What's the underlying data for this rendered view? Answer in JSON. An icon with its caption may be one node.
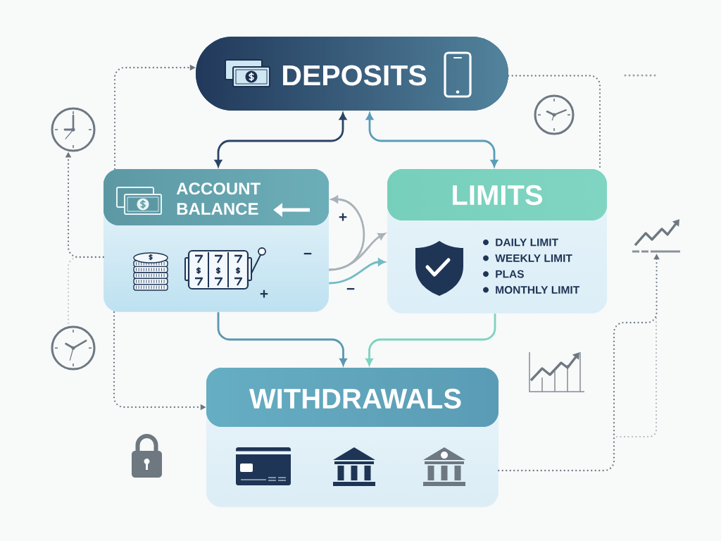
{
  "diagram": {
    "nodes": [
      {
        "text": [
          "DEPOSITS"
        ]
      },
      {
        "text": [
          "ACCOUNT BALANCE"
        ]
      },
      {
        "text": [
          "LIMITS",
          "DAILY LIMIT",
          "WEEKLY LIMIT",
          "PLAS",
          "MONTHLY LIMIT"
        ]
      },
      {
        "text": [
          "WITHDRAWALS"
        ]
      },
      {
        "text": [],
        "shape": "picture"
      },
      {
        "text": [],
        "shape": "picture"
      },
      {
        "text": [],
        "shape": "picture"
      }
    ],
    "edges": [
      {
        "from": 0,
        "to": 1,
        "arrow": "both",
        "color": "#2a4465"
      },
      {
        "from": 0,
        "to": 2,
        "arrow": "both",
        "color": "#5b9db8"
      },
      {
        "from": 1,
        "to": 3,
        "arrow": "to",
        "color": "#5a97b0"
      },
      {
        "from": 2,
        "to": 3,
        "arrow": "to",
        "color": "#7dd3bf"
      },
      {
        "from": 1,
        "to": 1,
        "arrow": "to",
        "color": "#a7b1b8"
      },
      {
        "from": 1,
        "to": 2,
        "arrow": "to",
        "color": "#aab3ba"
      },
      {
        "from": 1,
        "to": 2,
        "arrow": "to",
        "color": "#72bcc4"
      },
      {
        "from": 1,
        "to": 0,
        "arrow": "to",
        "style": "dashed",
        "color": "#6b7780"
      },
      {
        "from": 1,
        "to": 4,
        "arrow": "to",
        "style": "dashed",
        "color": "#6b7780"
      },
      {
        "from": 1,
        "to": 5,
        "arrow": "none",
        "style": "dashed",
        "color": "#c3c9ce"
      },
      {
        "from": 1,
        "to": 3,
        "arrow": "to",
        "style": "dashed",
        "color": "#6b7780"
      },
      {
        "from": 0,
        "to": 2,
        "arrow": "none",
        "style": "dashed",
        "color": "#6b7780"
      },
      {
        "from": 3,
        "to": 6,
        "arrow": "to",
        "style": "dashed",
        "color": "#6b7780"
      }
    ],
    "labels": [
      "+",
      "−",
      "+",
      "−"
    ]
  }
}
